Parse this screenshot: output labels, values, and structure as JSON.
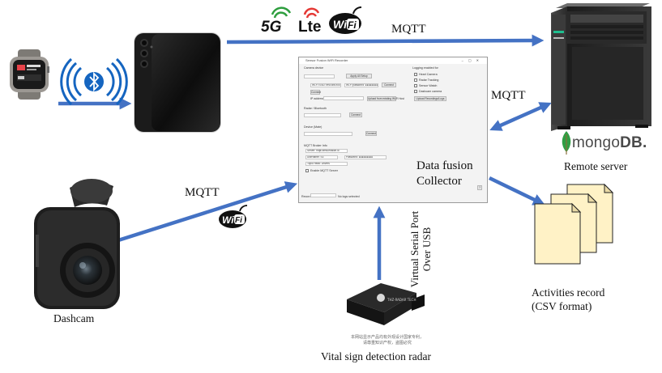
{
  "nodes": {
    "dashcam": "Dashcam",
    "collector": "Data fusion\nCollector",
    "remote_server": "Remote server",
    "activities_record": "Activities record\n(CSV format)",
    "radar": "Vital sign detection radar"
  },
  "edges": {
    "phone_to_server": "MQTT",
    "server_collector": "MQTT",
    "dashcam_to_collector": "MQTT",
    "radar_to_collector": "Virtual Serial Port\nOver USB"
  },
  "badges": {
    "fiveg": "5G",
    "lte": "Lte",
    "wifi": "Wi",
    "wifi_f": "Fi"
  },
  "mongodb": {
    "prefix": "mongo",
    "suffix": "DB."
  },
  "radar_brand": "THZ-RADAR\nTECH",
  "radar_caption": "本网站显示产品均有外观设计国家专利，\n请尊重知识产权，盗图必究",
  "collector_window": {
    "title": "Sensor Fusion WiFi Recorder",
    "sections": {
      "camera": "Camera device",
      "bluetooth": "Radar / Bluetooth",
      "device": "Device (Mate)",
      "mqtt": "MQTT Broker Info",
      "logging": "Logging enabled for"
    },
    "buttons": {
      "apply": "Apply All Setup",
      "connect_top": "Connect",
      "connect": "Connect",
      "connect_status": "Upload from existing Wi-Fi Host",
      "connect_device": "Connect",
      "upload": "Upload Recordings/Logs",
      "help": "?"
    },
    "fields": {
      "wifi_ssid": "Wi-Fi SSID:   test-wifi-hoo",
      "wifi_password": "Wi-Fi password: ●●●●●●●●●●●●",
      "ip_address": "IP address:",
      "server": "Server:  mqtt.sensorfusion.io",
      "username": "Username:  S3",
      "password": "Password: ●●●●●●●●●",
      "topic": "Topic Head:  Drivers",
      "enable_mqtt": "Enable MQTT Server"
    },
    "logging_items": [
      "Heart Camera",
      "Radar Tracking",
      "Sensor Watch",
      "Dashcam camera"
    ],
    "status": {
      "left": "Record:",
      "right": "No logs selected"
    }
  },
  "colors": {
    "arrow": "#4472c4",
    "paper": "#fff2c6",
    "bluetooth": "#1565c0"
  }
}
